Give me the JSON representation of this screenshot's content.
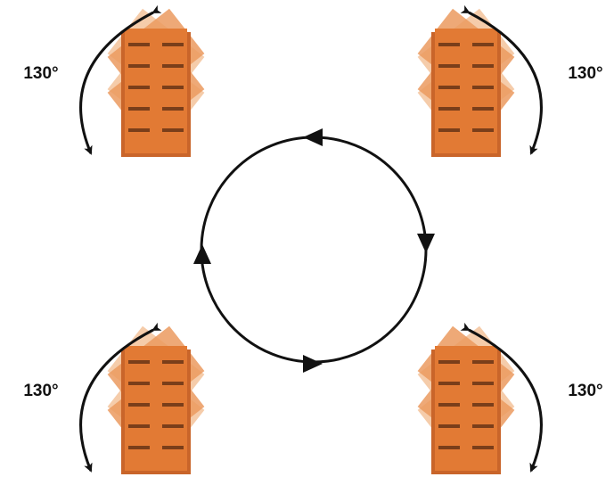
{
  "diagram": {
    "colors": {
      "block_front": "#e27a34",
      "block_side": "#c9652a",
      "block_ghost_mid": "#eb9a5f",
      "block_ghost_light": "#f3c39b",
      "stripe": "#7a3e1a",
      "arrow": "#111111",
      "text": "#111111"
    },
    "corners": [
      {
        "id": "top-left",
        "angle_label": "130°"
      },
      {
        "id": "top-right",
        "angle_label": "130°"
      },
      {
        "id": "bottom-left",
        "angle_label": "130°"
      },
      {
        "id": "bottom-right",
        "angle_label": "130°"
      }
    ],
    "cycle": {
      "direction": "clockwise",
      "arrowheads": 4
    }
  }
}
